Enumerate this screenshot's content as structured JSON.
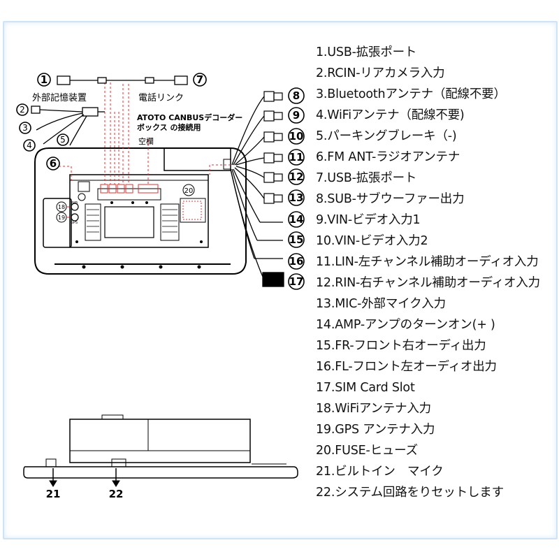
{
  "callouts": {
    "external_storage": "外部記憶装置",
    "phone_link": "電話リンク",
    "canbus_line1": "ATOTO CANBUSデコーダー",
    "canbus_line2": "ボックス の接続用",
    "empty_slot": "空欄"
  },
  "markers": {
    "n1": "1",
    "n2": "2",
    "n3": "3",
    "n4": "4",
    "n5": "5",
    "n6": "6",
    "n7": "7",
    "n8": "8",
    "n9": "9",
    "n10": "10",
    "n11": "11",
    "n12": "12",
    "n13": "13",
    "n14": "14",
    "n15": "15",
    "n16": "16",
    "n17": "17",
    "n18": "18",
    "n19": "19",
    "n20": "20",
    "n21": "21",
    "n22": "22"
  },
  "port_labels": {
    "wifi": "WiFi",
    "gps": "GPS"
  },
  "legend": [
    "1.USB-拡張ポート",
    "2.RCIN-リアカメラ入力",
    "3.Bluetoothアンテナ（配線不要）",
    "4.WiFiアンテナ（配線不要)",
    "5.パーキングブレーキ（-)",
    "6.FM ANT-ラジオアンテナ",
    "7.USB-拡張ポート",
    "8.SUB-サブウーファー出力",
    "9.VIN-ビデオ入力1",
    "10.VIN-ビデオ入力2",
    "11.LIN-左チャンネル補助オーディオ入力",
    "12.RIN-右チャンネル補助オーディオ入力",
    "13.MIC-外部マイク入力",
    "14.AMP-アンプのターンオン(+ )",
    "15.FR-フロント右オーディ出力",
    "16.FL-フロント左オーディオ出力",
    "17.SIM Card Slot",
    "18.WiFiアンテナ入力",
    "19.GPS アンテナ入力",
    "20.FUSE-ヒューズ",
    "21.ビルトイン　マイク",
    "22.システム回路をりセットします"
  ]
}
